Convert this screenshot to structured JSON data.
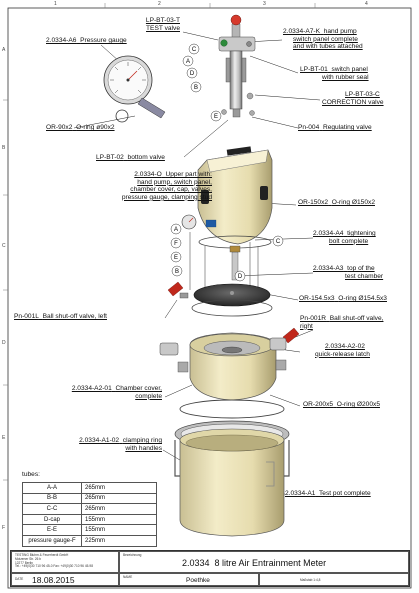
{
  "ruler": {
    "columns": [
      "1",
      "2",
      "3",
      "4"
    ],
    "rows": [
      "A",
      "B",
      "C",
      "D",
      "E",
      "F"
    ]
  },
  "labels": {
    "lp_bt_03_t": {
      "code": "LP-BT-03-T",
      "name": "TEST valve"
    },
    "a7k": {
      "code": "2.0334-A7-K",
      "name": "hand pump",
      "line2": "switch panel complete",
      "line3": "and with tubes attached"
    },
    "a6": {
      "code": "2.0334-A6",
      "name": "Pressure gauge"
    },
    "lp_bt_01": {
      "code": "LP-BT-01",
      "name": "switch panel",
      "line2": "with rubber seal"
    },
    "lp_bt_03_c": {
      "code": "LP-BT-03-C",
      "line2": "CORRECTION valve"
    },
    "or_90x2": {
      "code": "OR-90x2",
      "name": "O-ring ø90x2"
    },
    "pn_004": {
      "code": "Pn-004",
      "name": "Regulating valve"
    },
    "lp_bt_02": {
      "code": "LP-BT-02",
      "name": "bottom valve"
    },
    "upper_part": {
      "code": "2.0334-O",
      "name": "Upper part with:",
      "line2": "hand pump, switch panel,",
      "line3": "chamber cover, cap, valves,",
      "line4": "pressure gauge, clamping stud"
    },
    "or_150x2": {
      "code": "OR-150x2",
      "name": "O-ring Ø150x2"
    },
    "a4": {
      "code": "2.0334-A4",
      "name": "tightening",
      "line2": "bolt complete"
    },
    "a3": {
      "code": "2.0334-A3",
      "name": "top of the",
      "line2": "test chamber"
    },
    "or_154": {
      "code": "OR-154.5x3",
      "name": "O-ring Ø154.5x3"
    },
    "pn_001l": {
      "code": "Pn-001L",
      "name": "Ball shut-off valve, left"
    },
    "pn_001r": {
      "code": "Pn-001R",
      "name": "Ball shut-off valve,",
      "line2": "right"
    },
    "a2_02": {
      "code": "2.0334-A2-02",
      "line2": "quick-release latch"
    },
    "a2_01": {
      "code": "2.0334-A2-01",
      "name": "Chamber cover,",
      "line2": "complete"
    },
    "or_200x5": {
      "code": "OR-200x5",
      "name": "O-ring Ø200x5"
    },
    "a1_02": {
      "code": "2.0334-A1-02",
      "name": "clamping ring",
      "line2": "with handles"
    },
    "a1": {
      "code": "2.0334-A1",
      "name": "Test pot complete"
    }
  },
  "callouts": [
    "A",
    "B",
    "C",
    "D",
    "E",
    "F"
  ],
  "tubes": {
    "title": "tubes:",
    "rows": [
      {
        "key": "A-A",
        "length": "265mm"
      },
      {
        "key": "B-B",
        "length": "265mm"
      },
      {
        "key": "C-C",
        "length": "265mm"
      },
      {
        "key": "D-cap",
        "length": "155mm"
      },
      {
        "key": "E-E",
        "length": "155mm"
      },
      {
        "key": "pressure gauge-F",
        "length": "225mm"
      }
    ]
  },
  "title_block": {
    "company_line1": "TESTING Bluhm & Feuerherdt GmbH",
    "company_line2": "Motzener Str. 26 b",
    "company_line3": "12277 Berlin",
    "company_line4": "Tel.: +49(0)30 710 96 45-0 Fax: +49(0)30 710 96 45-98",
    "bezeichnung_label": "Bezeichnung",
    "part_no": "2.0334",
    "title": "8 litre Air Entrainment Meter",
    "date_label": "DATE",
    "date": "18.08.2015",
    "name_label": "NAME",
    "name": "Poethke",
    "file_ref": "Maßstab 1:4,8"
  }
}
